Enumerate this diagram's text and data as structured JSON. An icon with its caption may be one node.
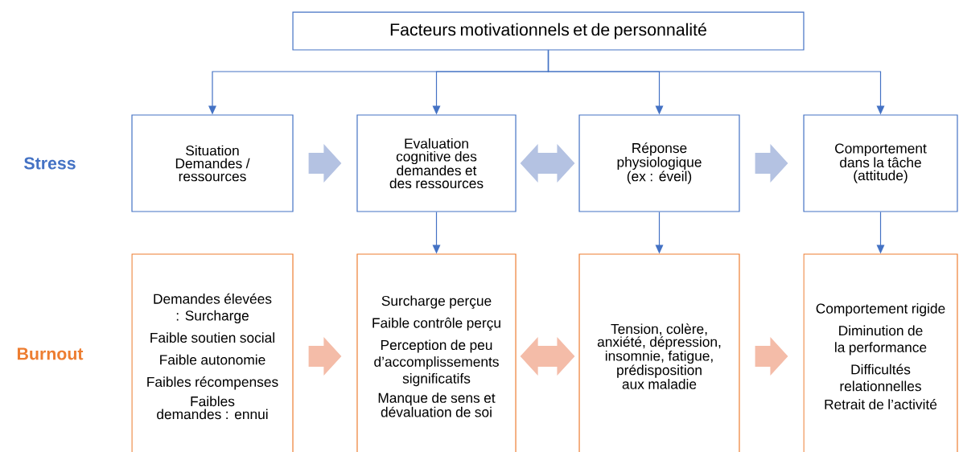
{
  "diagram": {
    "nodes": [
      {
        "text": [
          "Facteurs motivationnels et de personnalité"
        ]
      },
      {
        "text": [
          "Situation Demandes / ressources"
        ]
      },
      {
        "text": [
          "Evaluation cognitive des demandes et des ressources"
        ]
      },
      {
        "text": [
          "Réponse physiologique (ex : éveil)"
        ]
      },
      {
        "text": [
          "Comportement dans la tâche (attitude)"
        ]
      },
      {
        "text": [
          "Demandes élevées : Surcharge",
          "Faible soutien social",
          "Faible autonomie",
          "Faibles récompenses",
          "Faibles demandes : ennui"
        ]
      },
      {
        "text": [
          "Surcharge perçue",
          "Faible contrôle perçu",
          "Perception de peu d’accomplissements significatifs",
          "Manque de sens et dévaluation de soi"
        ]
      },
      {
        "text": [
          "Tension, colère, anxiété, dépression, insomnie, fatigue, prédisposition aux maladie"
        ]
      },
      {
        "text": [
          "Comportement rigide",
          "Diminution de la performance",
          "Difficultés relationnelles",
          "Retrait de l’activité"
        ]
      }
    ],
    "edges": [
      {
        "from": 0,
        "to": 1,
        "arrow": "to"
      },
      {
        "from": 0,
        "to": 2,
        "arrow": "to"
      },
      {
        "from": 0,
        "to": 3,
        "arrow": "to"
      },
      {
        "from": 0,
        "to": 4,
        "arrow": "to"
      },
      {
        "from": 1,
        "to": 2,
        "arrow": "to",
        "style": "thick",
        "color": "#b4c2e2"
      },
      {
        "from": 2,
        "to": 3,
        "arrow": "both",
        "style": "thick",
        "color": "#b4c2e2"
      },
      {
        "from": 3,
        "to": 4,
        "arrow": "to",
        "style": "thick",
        "color": "#b4c2e2"
      },
      {
        "from": 2,
        "to": 6,
        "arrow": "to"
      },
      {
        "from": 3,
        "to": 7,
        "arrow": "to"
      },
      {
        "from": 4,
        "to": 8,
        "arrow": "to"
      },
      {
        "from": 5,
        "to": 6,
        "arrow": "to",
        "style": "thick",
        "color": "#f4bca8"
      },
      {
        "from": 6,
        "to": 7,
        "arrow": "both",
        "style": "thick",
        "color": "#f4bca8"
      },
      {
        "from": 7,
        "to": 8,
        "arrow": "to",
        "style": "thick",
        "color": "#f4bca8"
      }
    ],
    "labels": [
      "Stress",
      "Burnout"
    ]
  }
}
